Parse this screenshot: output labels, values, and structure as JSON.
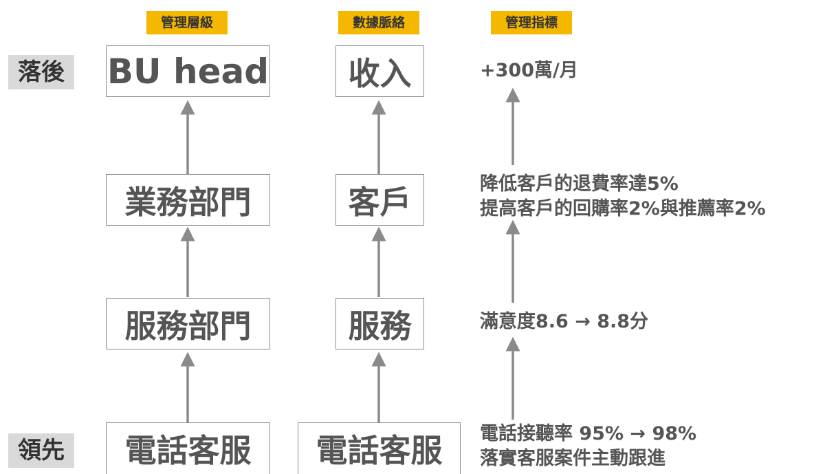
{
  "headers": {
    "management_level": "管理層級",
    "data_context": "數據脈絡",
    "management_metric": "管理指標"
  },
  "side_labels": {
    "lagging": "落後",
    "leading": "領先"
  },
  "management_levels": [
    "BU head",
    "業務部門",
    "服務部門",
    "電話客服"
  ],
  "data_context": [
    "收入",
    "客戶",
    "服務",
    "電話客服"
  ],
  "metrics": {
    "revenue": [
      "+300萬/月"
    ],
    "customer": [
      "降低客戶的退費率達5%",
      "提高客戶的回購率2%與推薦率2%"
    ],
    "service": [
      "滿意度8.6 → 8.8分"
    ],
    "call_center": [
      "電話接聽率 95% → 98%",
      "落實客服案件主動跟進"
    ]
  },
  "colors": {
    "header_bg": "#f5b700",
    "side_label_bg": "#d9d9d9",
    "arrow": "#8a8a8a",
    "text": "#555555"
  }
}
